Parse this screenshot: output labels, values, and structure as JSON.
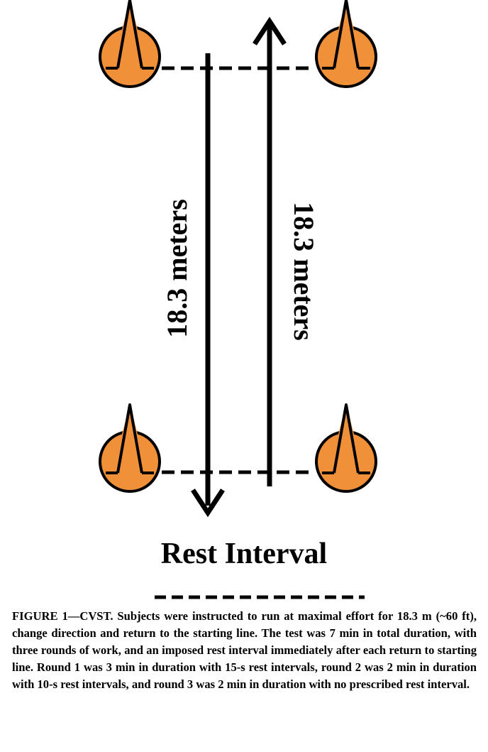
{
  "diagram": {
    "left_distance_label": "18.3 meters",
    "right_distance_label": "18.3 meters",
    "rest_label": "Rest Interval",
    "cone_color": "#F0913A",
    "cone_outline_color": "#000000",
    "line_color": "#000000",
    "cone_icon": "traffic-cone-icon",
    "arrow_left_direction": "down",
    "arrow_right_direction": "up"
  },
  "caption": {
    "text": "FIGURE 1—CVST. Subjects were instructed to run at maximal effort for 18.3 m (~60 ft), change direction and return to the starting line. The test was 7 min in total duration, with three rounds of work, and an imposed rest interval immediately after each return to starting line. Round 1 was 3 min in duration with 15-s rest intervals, round 2 was 2 min in duration with 10-s rest intervals, and round 3 was 2 min in duration with no prescribed rest interval."
  }
}
